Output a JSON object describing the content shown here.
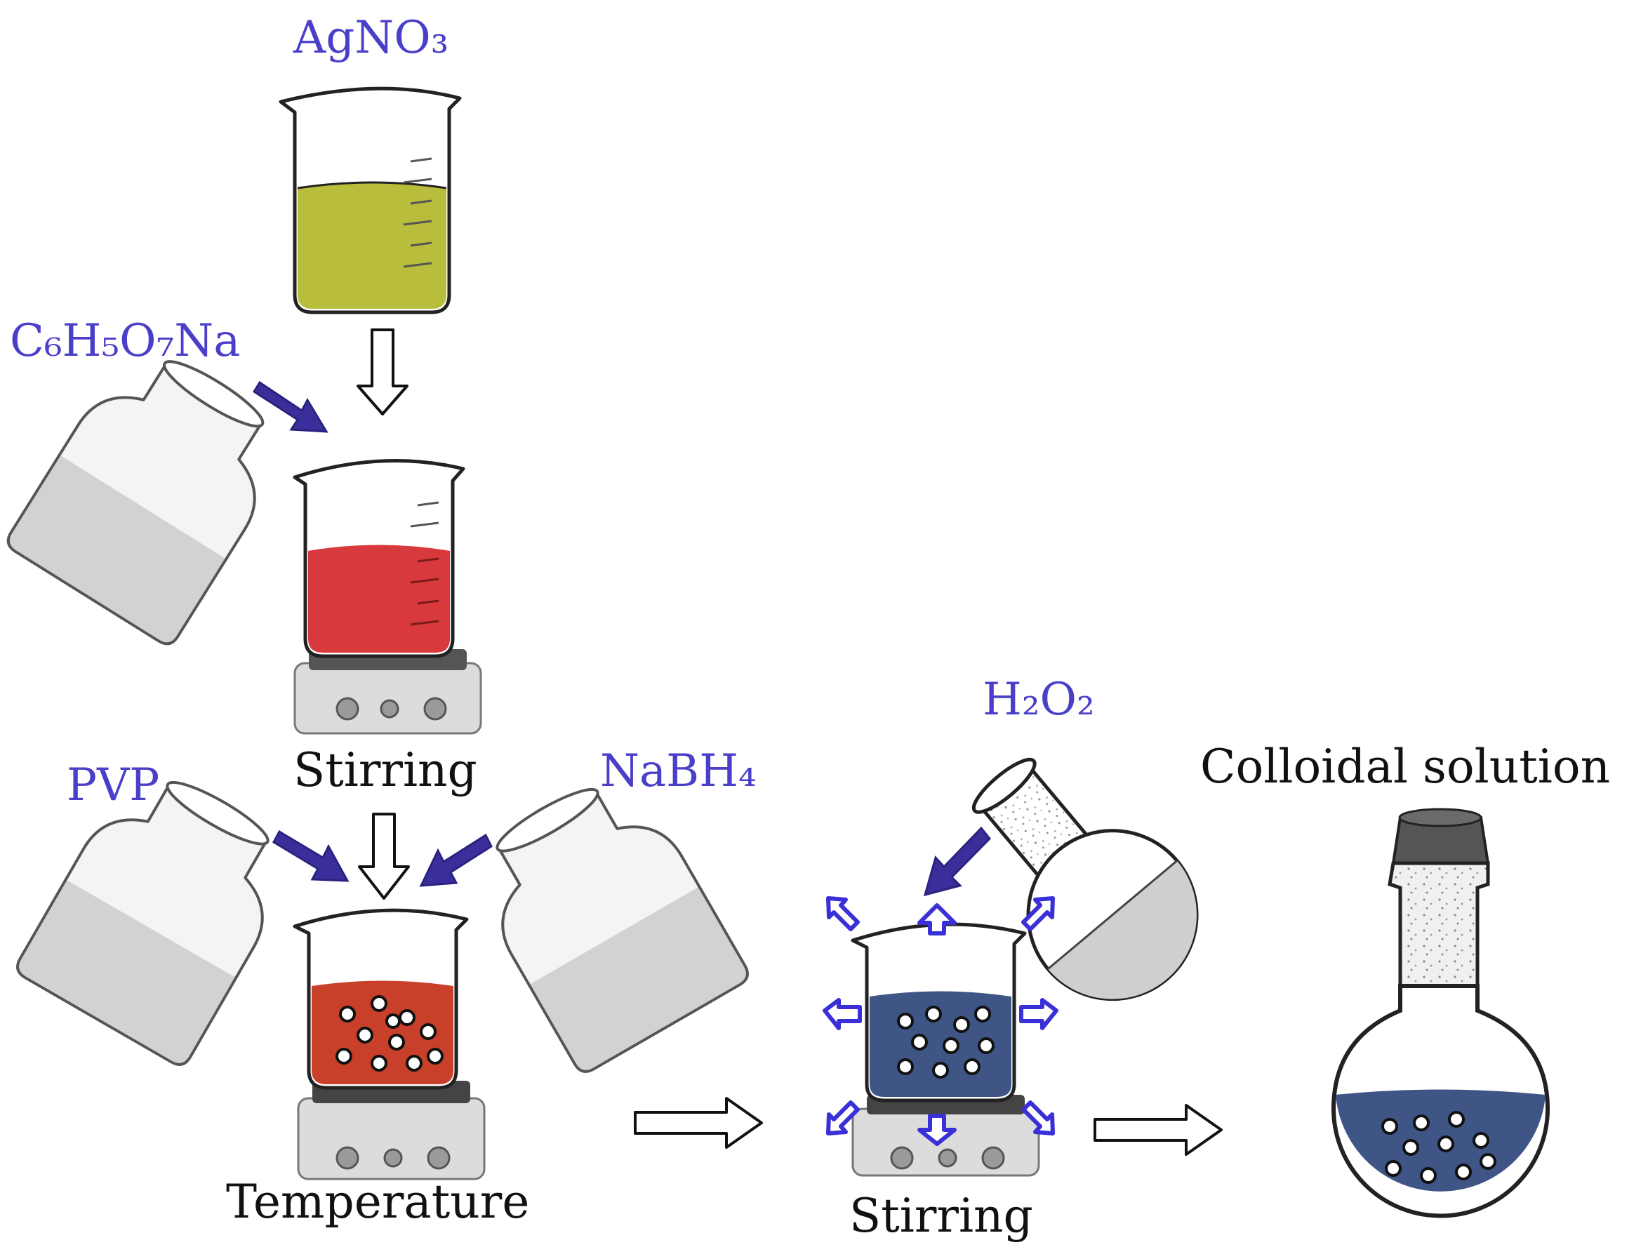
{
  "labels": {
    "agno3": "AgNO₃",
    "citrate": "C₆H₅O₇Na",
    "pvp": "PVP",
    "nabh4": "NaBH₄",
    "h2o2": "H₂O₂",
    "stirring_1": "Stirring",
    "stirring_2": "Stirring",
    "temperature": "Temperature",
    "colloidal": "Colloidal solution"
  },
  "colors": {
    "agno3_liquid": "#b8bd3c",
    "red_liquid": "#d8393c",
    "red_liquid_dark": "#c9402a",
    "blue_liquid": "#3f5585",
    "label_blue": "#4a3fc8",
    "arrow_solid": "#3a2f9a",
    "emit_outline": "#3a30d8"
  }
}
